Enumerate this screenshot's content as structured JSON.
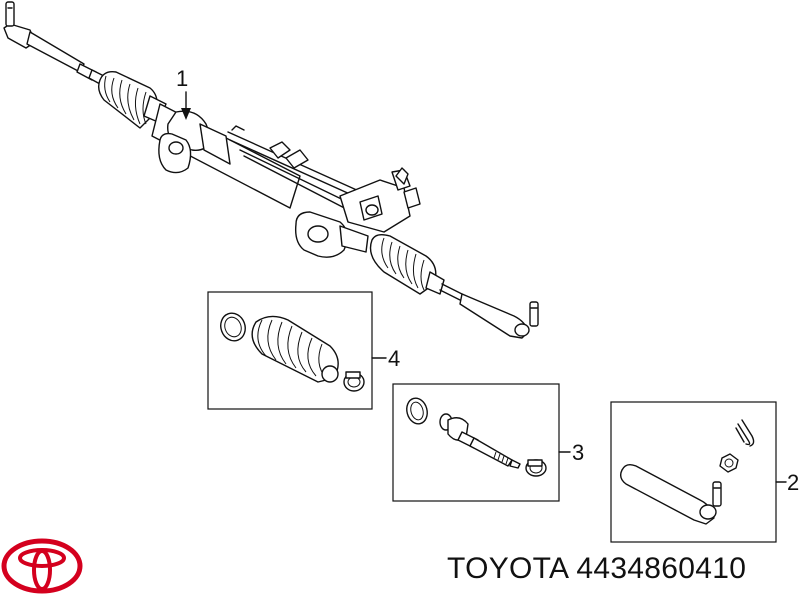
{
  "callouts": {
    "c1": "1",
    "c2": "2",
    "c3": "3",
    "c4": "4"
  },
  "part_title": "TOYOTA 4434860410",
  "colors": {
    "logo": "#d4001e",
    "line": "#111111"
  },
  "icons": [
    "toyota-logo-icon"
  ]
}
